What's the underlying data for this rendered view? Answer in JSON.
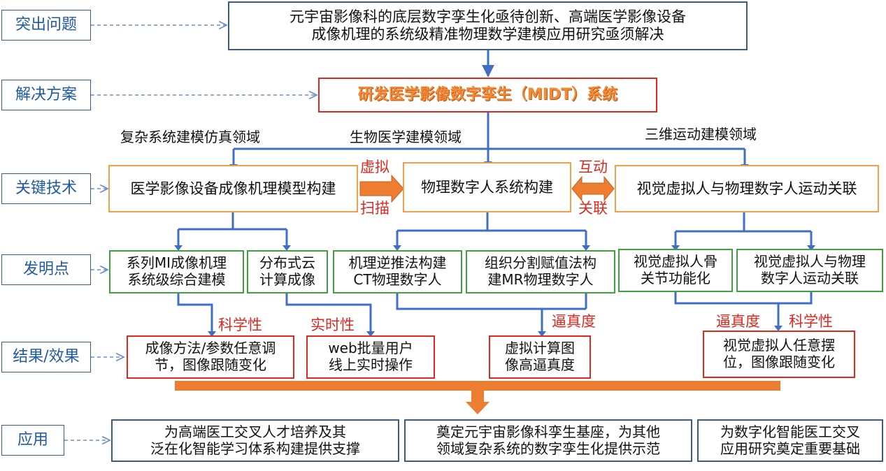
{
  "categories": {
    "problem": "突出问题",
    "solution": "解决方案",
    "key_tech": "关键技术",
    "invention": "发明点",
    "results": "结果/效果",
    "application": "应用"
  },
  "problem_text": "元宇宙影像科的底层数字孪生化亟待创新、高端医学影像设备\n成像机理的系统级精准物理数学建模应用研究亟须解决",
  "solution_text": "研发医学影像数字孪生（MIDT）系统",
  "domains": {
    "left": "复杂系统建模仿真领域",
    "center": "生物医学建模领域",
    "right": "三维运动建模领域"
  },
  "key_tech": {
    "left": "医学影像设备成像机理模型构建",
    "center": "物理数字人系统构建",
    "right": "视觉虚拟人与物理数字人运动关联"
  },
  "connector_labels": {
    "virtual": "虚拟",
    "scan": "扫描",
    "interact": "互动",
    "associate": "关联"
  },
  "inventions": [
    "系列MI成像机理\n系统级综合建模",
    "分布式云\n计算成像",
    "机理逆推法构建\nCT物理数字人",
    "组织分割赋值法构\n建MR物理数字人",
    "视觉虚拟人骨\n关节功能化",
    "视觉虚拟人与物理\n数字人运动关联"
  ],
  "result_labels": {
    "scientific_left": "科学性",
    "realtime": "实时性",
    "realism_center": "逼真度",
    "realism_right": "逼真度",
    "scientific_right": "科学性"
  },
  "results": [
    "成像方法/参数任意调\n节，图像跟随变化",
    "web批量用户\n线上实时操作",
    "虚拟计算图\n像高逼真度",
    "视觉虚拟人任意摆\n位，图像跟随变化"
  ],
  "applications": [
    "为高端医工交叉人才培养及其\n泛在化智能学习体系构建提供支撑",
    "奠定元宇宙影像科孪生基座，为其他\n领域复杂系统的数字孪生化提供示范",
    "为数字化智能医工交叉\n应用研究奠定重要基础"
  ],
  "colors": {
    "category_text": "#1f5aa6",
    "box_border_blue": "#3b5a86",
    "box_border_red": "#e0281f",
    "box_border_orange": "#f0a04b",
    "box_border_green": "#3fa13f",
    "arrow_blue": "#3f6fc4",
    "arrow_orange": "#ed7d31",
    "label_red": "#e0281f"
  }
}
